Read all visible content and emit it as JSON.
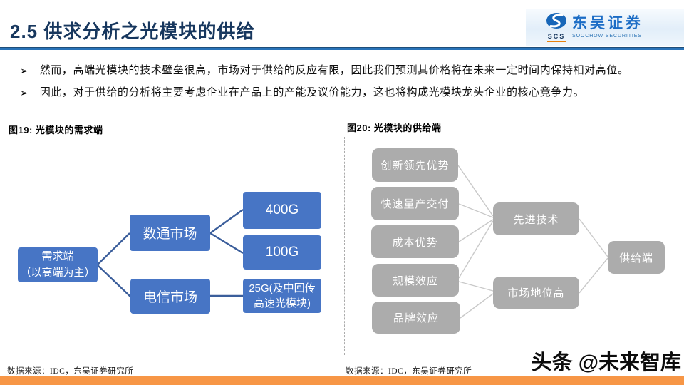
{
  "header": {
    "title": "2.5 供求分析之光模块的供给",
    "logo": {
      "abbr": "SCS",
      "name_cn": "东吴证券",
      "name_en": "SOOCHOW SECURITIES",
      "icon": "soochow-swirl-icon"
    }
  },
  "bullet_marker": "➢",
  "bullets": [
    {
      "text": "然而，高端光模块的技术壁垒很高，市场对于供给的反应有限，因此我们预测其价格将在未来一定时间内保持相对高位。"
    },
    {
      "text": "因此，对于供给的分析将主要考虑企业在产品上的产能及议价能力，这也将构成光模块龙头企业的核心竞争力。"
    }
  ],
  "figure19": {
    "caption": "图19: 光模块的需求端",
    "nodes": {
      "root": "需求端\n（以高端为主）",
      "datacom": "数通市场",
      "telecom": "电信市场",
      "g400": "400G",
      "g100": "100G",
      "g25": "25G(及中回传\n高速光模块)"
    },
    "source": "数据来源：IDC，东吴证券研究所"
  },
  "figure20": {
    "caption": "图20: 光模块的供给端",
    "nodes": {
      "innovation": "创新领先优势",
      "fast_delivery": "快速量产交付",
      "cost": "成本优势",
      "scale": "规模效应",
      "brand": "品牌效应",
      "advanced_tech": "先进技术",
      "market_position": "市场地位高",
      "supply": "供给端"
    },
    "source": "数据来源：IDC，东吴证券研究所"
  },
  "watermark": "头条 @未来智库",
  "colors": {
    "title_navy": "#17375E",
    "rule_blue": "#2973B8",
    "demand_box_blue": "#4775C5",
    "demand_line_blue": "#3B5E9B",
    "supply_box_gray": "#ACACAC",
    "supply_line_gray": "#C9C9C9",
    "bottom_bar_orange": "#F79646",
    "logo_blue": "#1B6CC5",
    "logo_underline_orange": "#E8820E"
  }
}
